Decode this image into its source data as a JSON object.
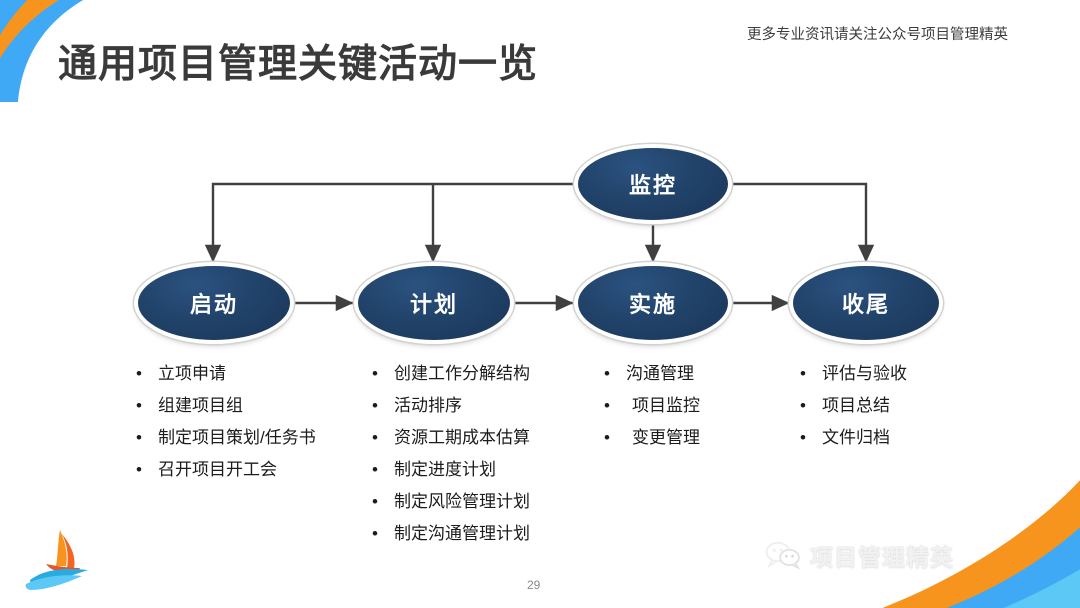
{
  "header": {
    "title": "通用项目管理关键活动一览",
    "promo_note": "更多专业资讯请关注公众号项目管理精英"
  },
  "diagram": {
    "nodes": {
      "monitor": "监控",
      "start": "启动",
      "plan": "计划",
      "execute": "实施",
      "close": "收尾"
    },
    "node_color": "#21436A",
    "connector_color": "#404040",
    "bullet_glyph": "•"
  },
  "columns": [
    {
      "key": "start",
      "items": [
        {
          "text": "立项申请",
          "indent": false
        },
        {
          "text": "组建项目组",
          "indent": false
        },
        {
          "text": "制定项目策划/任务书",
          "indent": false
        },
        {
          "text": "召开项目开工会",
          "indent": false
        }
      ]
    },
    {
      "key": "plan",
      "items": [
        {
          "text": "创建工作分解结构",
          "indent": false
        },
        {
          "text": "活动排序",
          "indent": false
        },
        {
          "text": "资源工期成本估算",
          "indent": false
        },
        {
          "text": "制定进度计划",
          "indent": false
        },
        {
          "text": "制定风险管理计划",
          "indent": false
        },
        {
          "text": "制定沟通管理计划",
          "indent": false
        }
      ]
    },
    {
      "key": "execute",
      "items": [
        {
          "text": "沟通管理",
          "indent": false
        },
        {
          "text": "项目监控",
          "indent": true
        },
        {
          "text": "变更管理",
          "indent": true
        }
      ]
    },
    {
      "key": "close",
      "items": [
        {
          "text": "评估与验收",
          "indent": false
        },
        {
          "text": "项目总结",
          "indent": false
        },
        {
          "text": "文件归档",
          "indent": false
        }
      ]
    }
  ],
  "footer": {
    "page_number": "29",
    "brand_name": "项目管理精英"
  },
  "decor": {
    "ribbon_blue": "#3FA9F5",
    "ribbon_orange": "#F7941E",
    "sail_orange": "#F26522",
    "sail_blue": "#29ABE2"
  }
}
